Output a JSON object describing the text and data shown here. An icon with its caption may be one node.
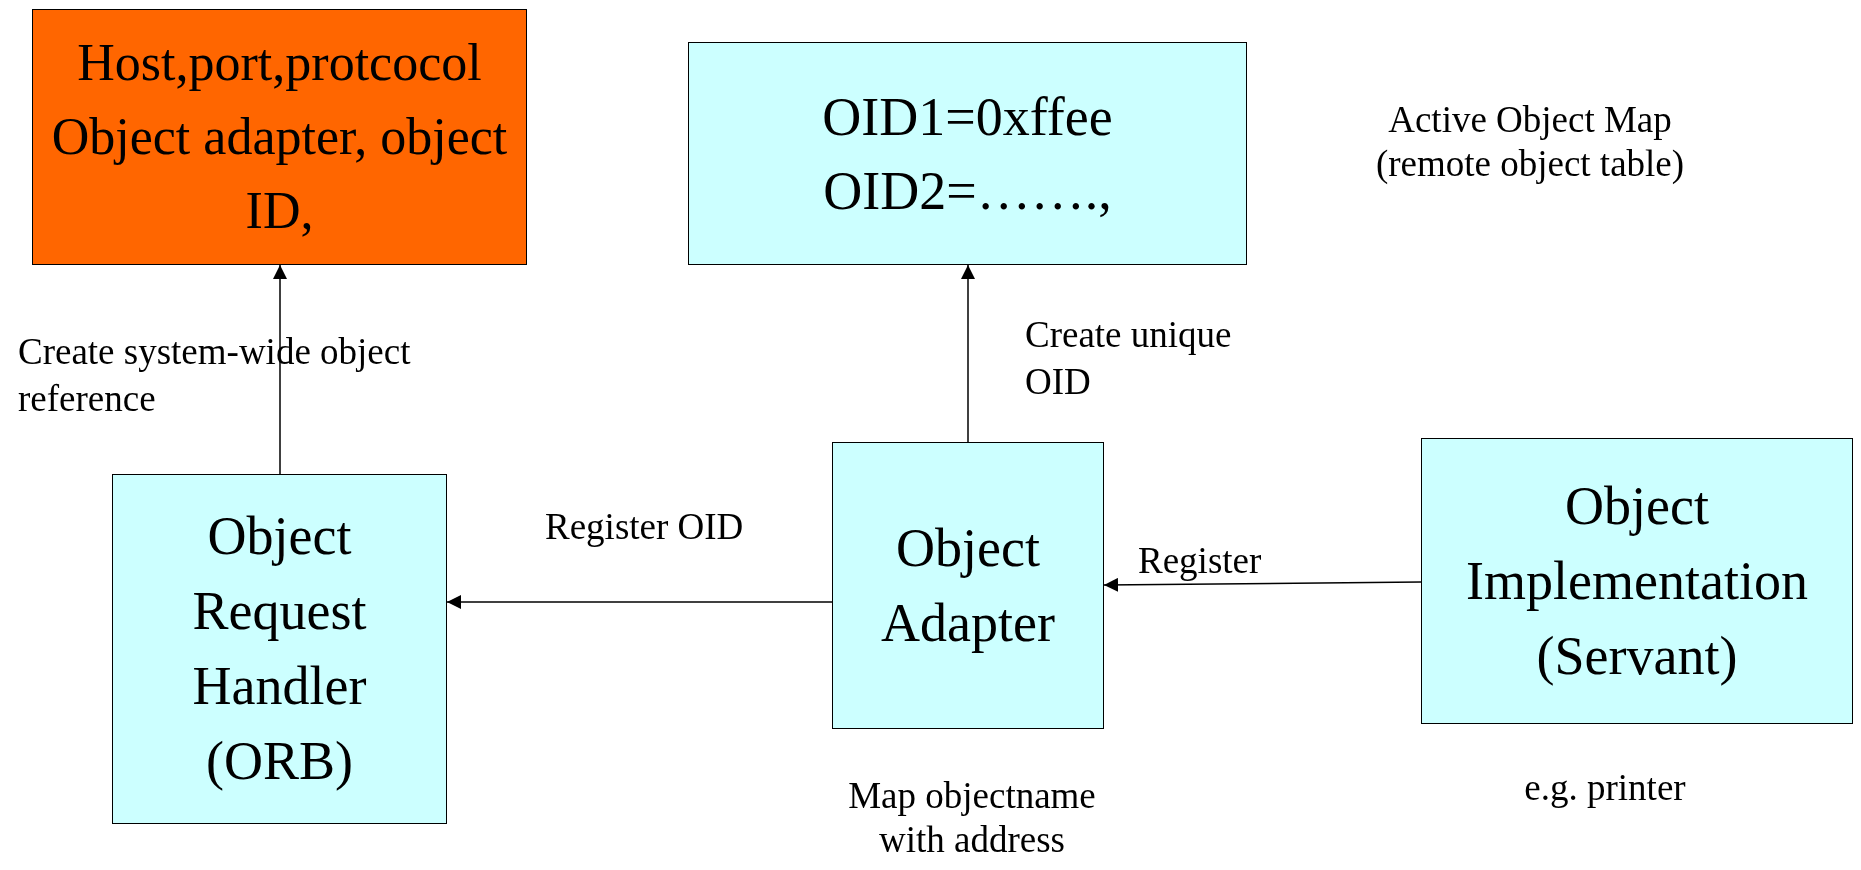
{
  "diagram": {
    "nodes": [
      {
        "text": [
          "Host,port,protcocol Object adapter, object ID,"
        ]
      },
      {
        "text": [
          "OID1=0xffee",
          "OID2=…….,"
        ],
        "beside": [
          "Active Object Map (remote object table)"
        ]
      },
      {
        "text": [
          "Object Request Handler (ORB)"
        ]
      },
      {
        "text": [
          "Object Adapter"
        ],
        "beside": [
          "Map objectname with address"
        ]
      },
      {
        "text": [
          "Object Implementation (Servant)"
        ],
        "beside": [
          "e.g. printer"
        ]
      }
    ],
    "edges": [
      {
        "from": 2,
        "to": 0,
        "arrow": "to",
        "label": "Create system-wide object reference"
      },
      {
        "from": 3,
        "to": 1,
        "arrow": "to",
        "label": "Create unique OID"
      },
      {
        "from": 3,
        "to": 2,
        "arrow": "to",
        "label": "Register OID"
      },
      {
        "from": 4,
        "to": 3,
        "arrow": "to",
        "label": "Register"
      }
    ]
  }
}
